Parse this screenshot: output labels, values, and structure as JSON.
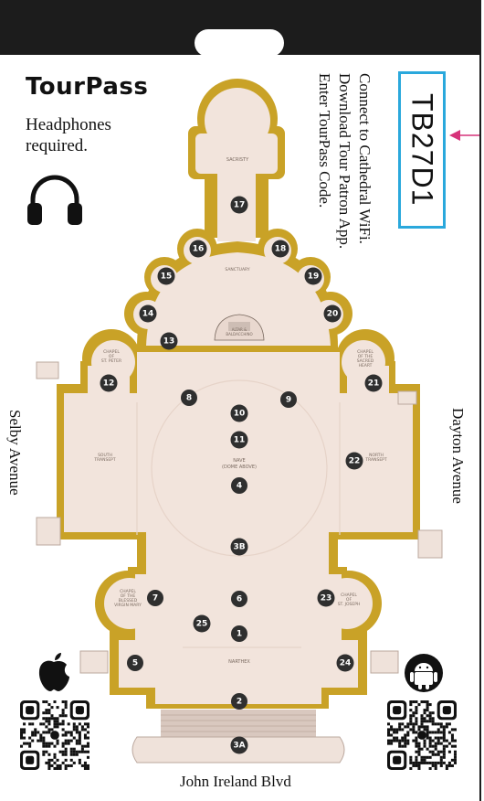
{
  "brand": "TourPass",
  "requirement_note": "Headphones required.",
  "instructions": [
    "Connect to Cathedral WiFi.",
    "Download Tour Patron App.",
    "Enter TourPass Code."
  ],
  "tour_code": "TB27D1",
  "streets": {
    "left": "Selby Avenue",
    "right": "Dayton Avenue",
    "bottom": "John Ireland Blvd"
  },
  "rooms": [
    {
      "label": "SACRISTY"
    },
    {
      "label": "SANCTUARY"
    },
    {
      "label": "ALTAR &"
    },
    {
      "label": "BALDACCHINO"
    },
    {
      "label": "CHAPEL"
    },
    {
      "label": "OF"
    },
    {
      "label": "ST. PETER"
    },
    {
      "label": "CHAPEL"
    },
    {
      "label": "OF THE"
    },
    {
      "label": "SACRED"
    },
    {
      "label": "HEART"
    },
    {
      "label": "SOUTH"
    },
    {
      "label": "TRANSEPT"
    },
    {
      "label": "NORTH"
    },
    {
      "label": "TRANSEPT"
    },
    {
      "label": "NAVE"
    },
    {
      "label": "(DOME ABOVE)"
    },
    {
      "label": "CHAPEL"
    },
    {
      "label": "OF THE"
    },
    {
      "label": "BLESSED"
    },
    {
      "label": "VIRGIN MARY"
    },
    {
      "label": "CHAPEL"
    },
    {
      "label": "OF"
    },
    {
      "label": "ST. JOSEPH"
    },
    {
      "label": "NARTHEX"
    }
  ],
  "stops": [
    "17",
    "16",
    "18",
    "15",
    "19",
    "14",
    "20",
    "13",
    "12",
    "21",
    "8",
    "9",
    "10",
    "11",
    "22",
    "4",
    "3B",
    "7",
    "6",
    "23",
    "25",
    "1",
    "5",
    "24",
    "2",
    "3A"
  ],
  "colors": {
    "gold": "#c9a227",
    "floor": "#f2e4dc",
    "accent": "#2aa8dc",
    "arrow": "#d6337a",
    "dark": "#1c1c1c"
  },
  "icons": {
    "headphones": "headphones-icon",
    "apple": "apple-logo-icon",
    "android": "android-logo-icon",
    "qr": "qr-code-icon"
  }
}
